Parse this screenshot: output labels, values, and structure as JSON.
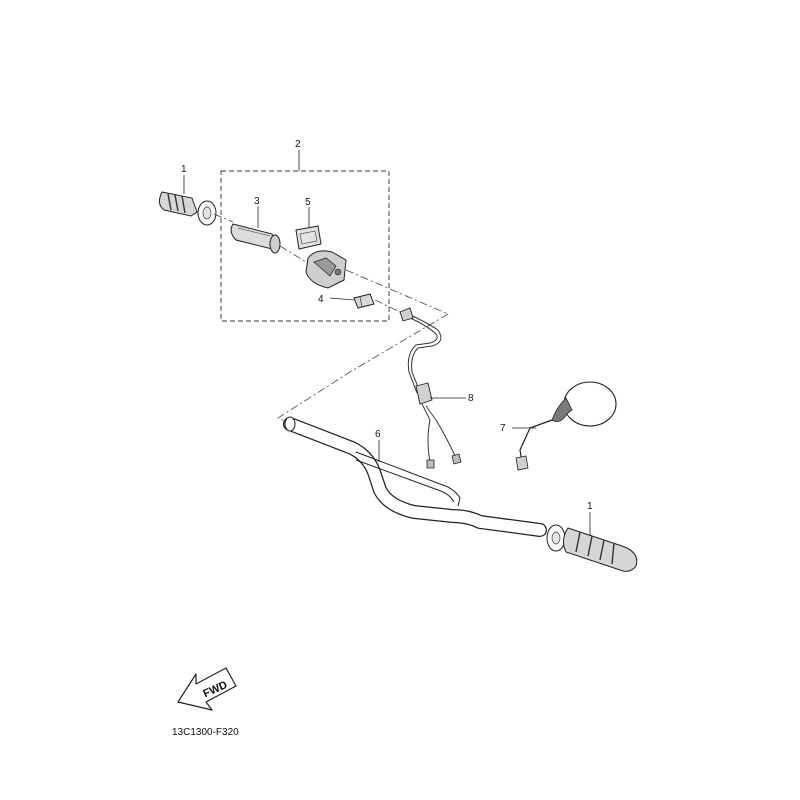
{
  "diagram": {
    "callouts": {
      "grip_left": "1",
      "grip_right": "1",
      "throttle_assembly": "2",
      "throttle_grip": "3",
      "throttle_part_4": "4",
      "throttle_part_5": "5",
      "handlebar": "6",
      "mirror": "7",
      "wire_harness": "8"
    },
    "fwd_label": "FWD",
    "drawing_code": "13C1300-F320"
  }
}
